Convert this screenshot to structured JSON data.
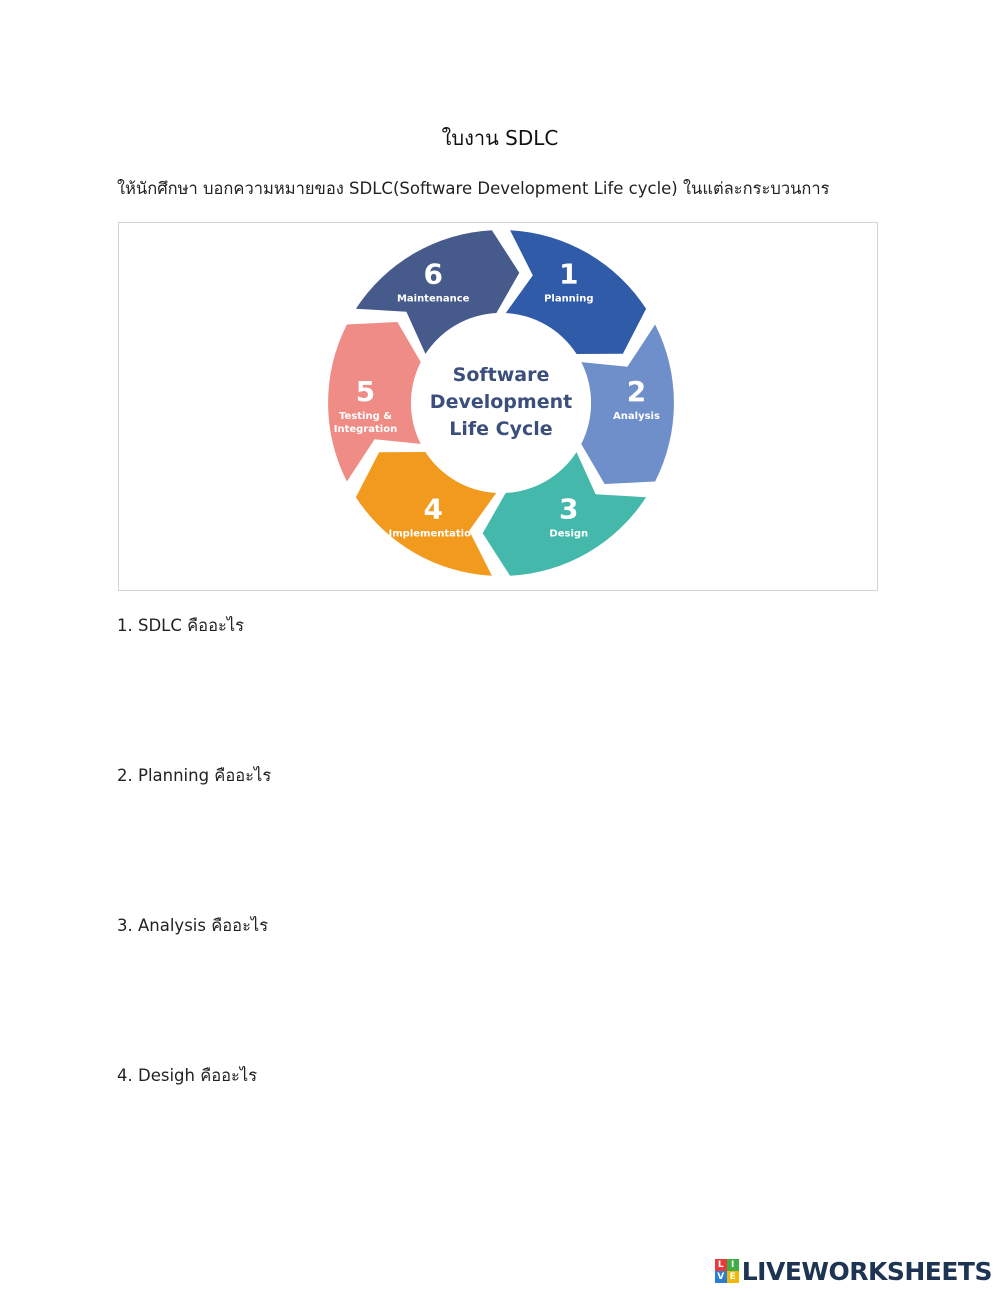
{
  "document": {
    "title": "ใบงาน SDLC",
    "instruction": "ให้นักศึกษา บอกความหมายของ SDLC(Software Development Life cycle) ในแต่ละกระบวนการ"
  },
  "diagram": {
    "center_lines": [
      "Software",
      "Development",
      "Life Cycle"
    ],
    "center_color": "#3c4f7c",
    "stages": [
      {
        "number": "1",
        "label": "Planning",
        "color": "#2f5ba8"
      },
      {
        "number": "2",
        "label": "Analysis",
        "color": "#6f8fca"
      },
      {
        "number": "3",
        "label": "Design",
        "color": "#44b9ab"
      },
      {
        "number": "4",
        "label": "Implementation",
        "color": "#f19a1e"
      },
      {
        "number": "5",
        "label_lines": [
          "Testing &",
          "Integration"
        ],
        "color": "#ee8c85"
      },
      {
        "number": "6",
        "label": "Maintenance",
        "color": "#465a8c"
      }
    ]
  },
  "questions": [
    "1. SDLC คืออะไร",
    "2. Planning คืออะไร",
    "3. Analysis คืออะไร",
    "4. Desigh คืออะไร"
  ],
  "footer": {
    "brand": "LIVEWORKSHEETS",
    "logo_letters": [
      "L",
      "I",
      "V",
      "E"
    ],
    "logo_colors": [
      "#e63c3c",
      "#3fae49",
      "#2a7fd4",
      "#f2b705"
    ]
  }
}
